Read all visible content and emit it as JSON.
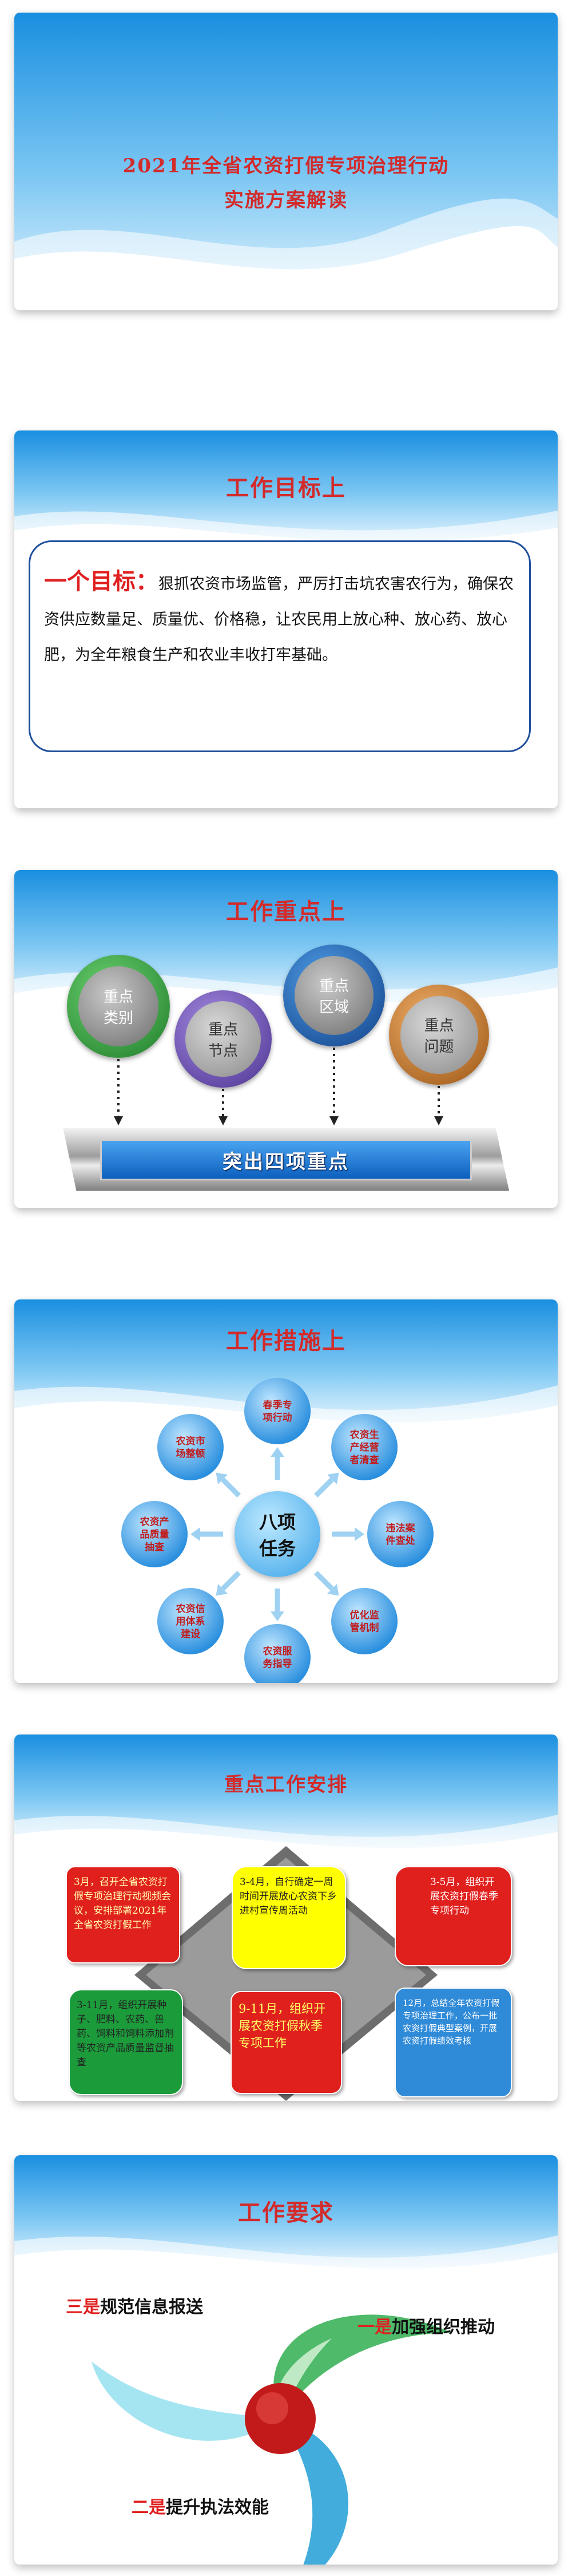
{
  "header": {
    "title_line1": "2021年全省农资打假专项治理行动",
    "title_line2": "实施方案解读"
  },
  "goals": {
    "section_title": "工作目标上",
    "lead": "一个目标：",
    "text": "狠抓农资市场监管，严厉打击坑农害农行为，确保农资供应数量足、质量优、价格稳，让农民用上放心种、放心药、放心肥，为全年粮食生产和农业丰收打牢基础。"
  },
  "focus": {
    "section_title": "工作重点上",
    "circles": [
      {
        "label_top": "重点",
        "label_bottom": "类别"
      },
      {
        "label_top": "重点",
        "label_bottom": "节点"
      },
      {
        "label_top": "重点",
        "label_bottom": "区域"
      },
      {
        "label_top": "重点",
        "label_bottom": "问题"
      }
    ],
    "banner": "突出四项重点",
    "colors": {
      "green": "#3aa845",
      "purple": "#6a4fa3",
      "blue": "#1c67b5",
      "orange": "#c9731c"
    }
  },
  "measures": {
    "section_title": "工作措施上",
    "center_line1": "八项",
    "center_line2": "任务",
    "tasks": [
      "春季专项行动",
      "农资生产经营者清查",
      "违法案件查处",
      "优化监管机制",
      "农资服务指导",
      "农资信用体系建设",
      "农资产品质量抽查",
      "农资市场整顿"
    ]
  },
  "schedule": {
    "section_title": "重点工作安排",
    "boxes": [
      {
        "text": "3月，召开全省农资打假专项治理行动视频会议，安排部署2021年全省农资打假工作",
        "color": "#e0201d"
      },
      {
        "text": "3-4月，自行确定一周时间开展放心农资下乡进村宣传周活动",
        "color": "#ffff00"
      },
      {
        "text": "3-5月，组织开展农资打假春季专项行动",
        "color": "#e0201d"
      },
      {
        "text": "3-11月，组织开展种子、肥料、农药、兽药、饲料和饲料添加剂等农资产品质量监督抽查",
        "color": "#1c9b3b"
      },
      {
        "text": "9-11月，组织开展农资打假秋季专项工作",
        "color": "#e0201d"
      },
      {
        "text": "12月，总结全年农资打假专项治理工作，公布一批农资打假典型案例，开展农资打假绩效考核",
        "color": "#2f8ad8"
      }
    ]
  },
  "requirements": {
    "section_title": "工作要求",
    "items": [
      {
        "prefix": "三是",
        "text": "规范信息报送"
      },
      {
        "prefix": "一是",
        "text": "加强组织推动"
      },
      {
        "prefix": "二是",
        "text": "提升执法效能"
      }
    ]
  }
}
